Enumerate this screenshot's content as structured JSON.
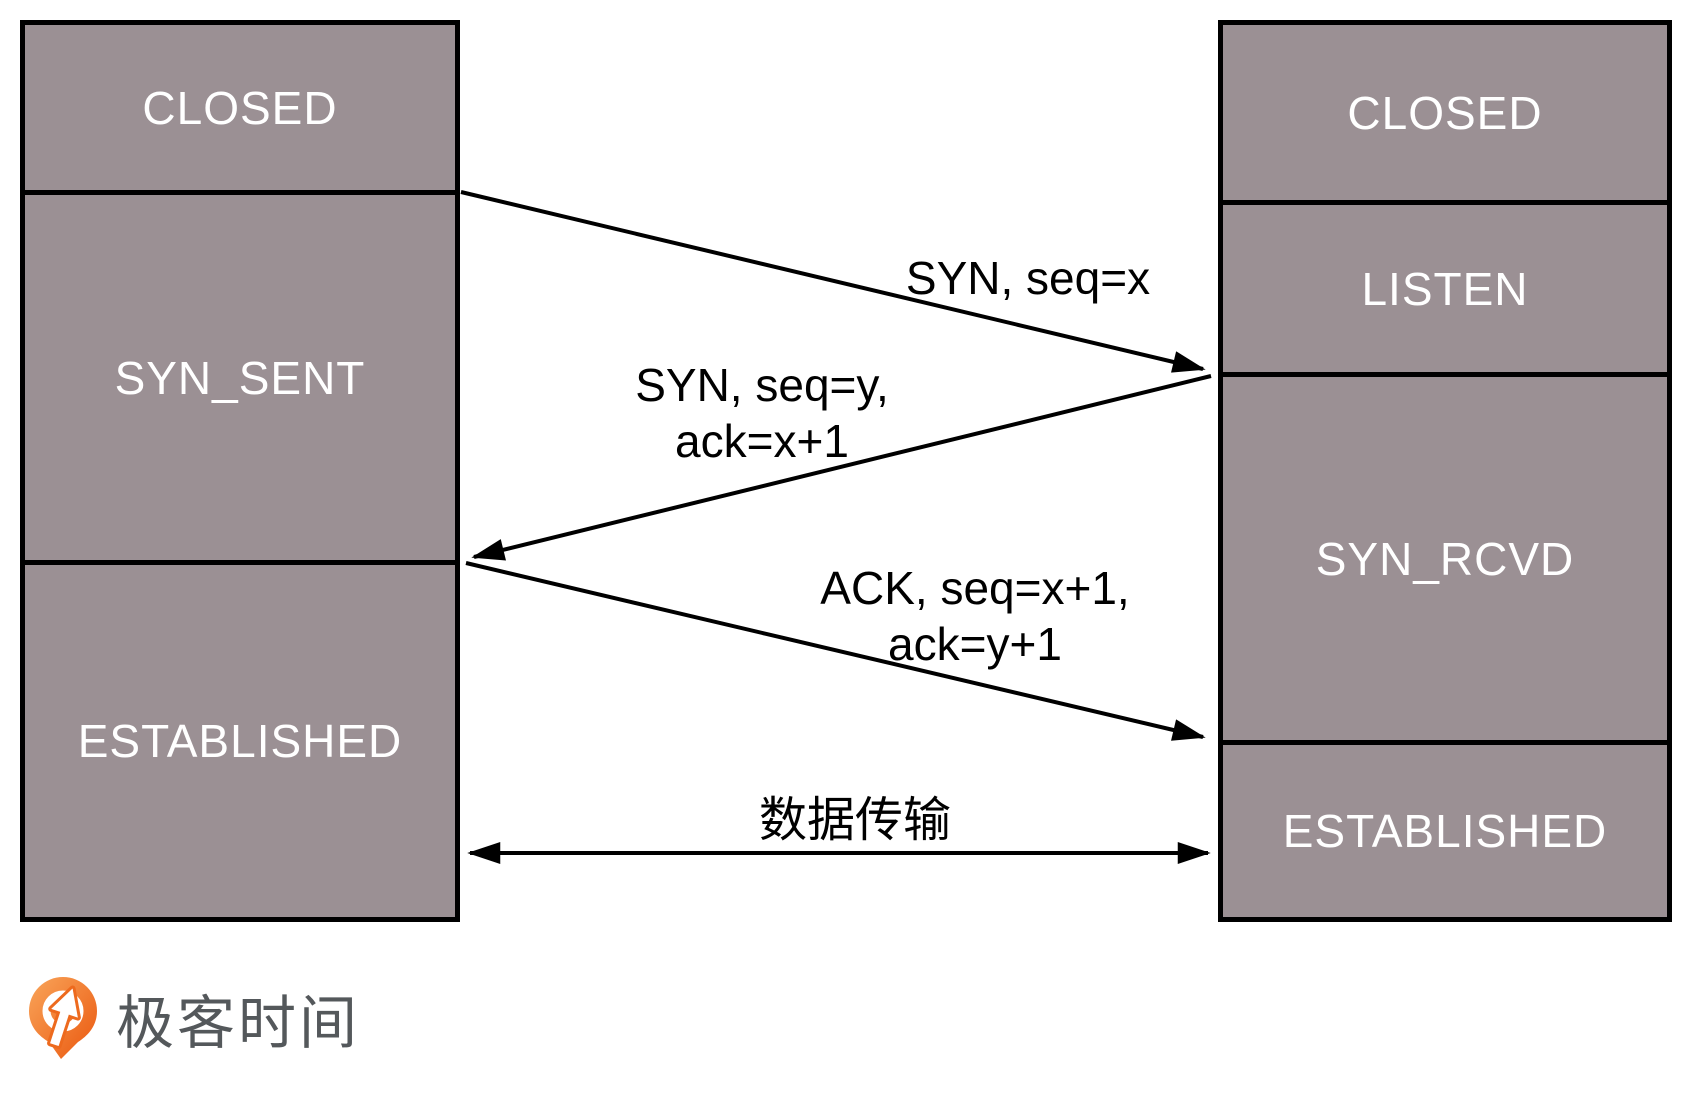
{
  "colors": {
    "box_fill": "#9B9094",
    "box_border": "#000000",
    "state_text": "#FFFFFF",
    "arrow": "#000000",
    "message_text": "#000000",
    "logo_orange_light": "#F9A55A",
    "logo_orange_dark": "#EA570E",
    "logo_text_color": "#54585B"
  },
  "left_column": {
    "states": [
      {
        "label": "CLOSED"
      },
      {
        "label": "SYN_SENT"
      },
      {
        "label": "ESTABLISHED"
      }
    ]
  },
  "right_column": {
    "states": [
      {
        "label": "CLOSED"
      },
      {
        "label": "LISTEN"
      },
      {
        "label": "SYN_RCVD"
      },
      {
        "label": "ESTABLISHED"
      }
    ]
  },
  "messages": [
    {
      "name": "syn",
      "lines": [
        "SYN, seq=x"
      ],
      "direction": "left-to-right"
    },
    {
      "name": "syn-ack",
      "lines": [
        "SYN, seq=y,",
        "ack=x+1"
      ],
      "direction": "right-to-left"
    },
    {
      "name": "ack",
      "lines": [
        "ACK, seq=x+1,",
        "ack=y+1"
      ],
      "direction": "left-to-right"
    },
    {
      "name": "data-transfer",
      "lines": [
        "数据传输"
      ],
      "direction": "bidirectional"
    }
  ],
  "logo": {
    "text": "极客时间"
  }
}
